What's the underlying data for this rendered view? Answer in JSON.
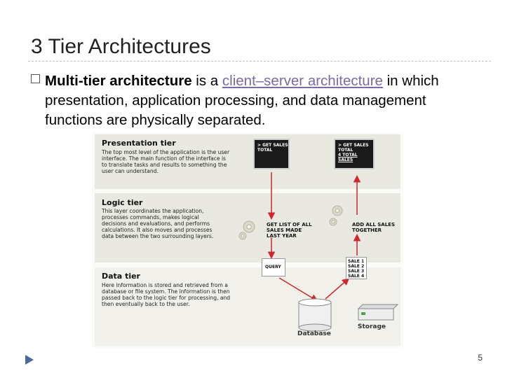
{
  "slide": {
    "title": "3 Tier Architectures",
    "bullet": {
      "term": "Multi-tier architecture",
      "text1": " is a ",
      "link": "client–server architecture",
      "text2": " in which presentation, application processing, and data management functions are physically separated."
    },
    "page_number": "5"
  },
  "diagram": {
    "tiers": [
      {
        "title": "Presentation tier",
        "description": "The top most level of the application is the user interface. The main function of the interface is to translate tasks and results to something the user can understand."
      },
      {
        "title": "Logic tier",
        "description": "This layer coordinates the application, processes commands, makes logical decisions and evaluations, and performs calculations. It also moves and processes data between the two surrounding layers."
      },
      {
        "title": "Data tier",
        "description": "Here information is stored and retrieved from a database or file system. The information is then passed back to the logic tier for processing, and then eventually back to the user."
      }
    ],
    "monitor_left": [
      "> GET SALES",
      "TOTAL"
    ],
    "monitor_right": [
      "> GET SALES",
      "TOTAL",
      "4 TOTAL SALES"
    ],
    "logic_left_label": [
      "GET LIST OF ALL",
      "SALES MADE",
      "LAST YEAR"
    ],
    "logic_right_label": [
      "ADD ALL SALES",
      "TOGETHER"
    ],
    "query_label": "QUERY",
    "sales_list": [
      "SALE 1",
      "SALE 2",
      "SALE 3",
      "SALE 4"
    ],
    "database_label": "Database",
    "storage_label": "Storage"
  }
}
